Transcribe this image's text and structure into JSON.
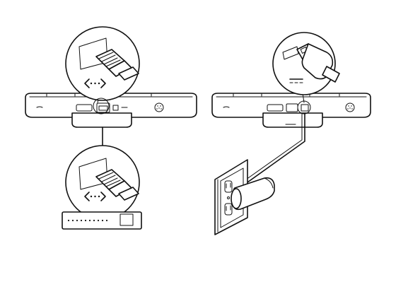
{
  "figure": {
    "left_panel": {
      "connection": "ethernet",
      "icon_top": "network-arrows-icon",
      "icon_bottom": "network-arrows-icon",
      "device_bottom": "router"
    },
    "right_panel": {
      "connection": "dc-power",
      "icon": "dc-power-symbol-icon",
      "source": "wall-outlet"
    }
  }
}
